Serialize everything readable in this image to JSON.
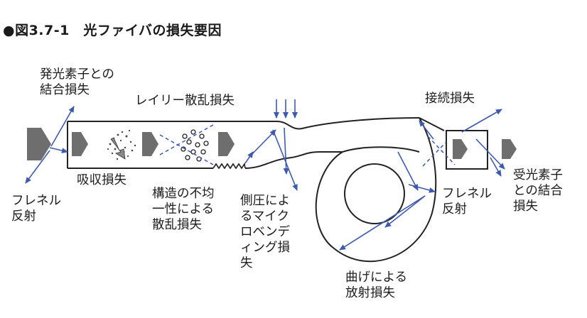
{
  "figure": {
    "title": "●図3.7-1　光ファイバの損失要因"
  },
  "labels": {
    "emitter_coupling": "発光素子との\n結合損失",
    "rayleigh": "レイリー散乱損失",
    "splice": "接続損失",
    "absorption": "吸収損失",
    "fresnel_left": "フレネル\n反射",
    "structure": "構造の不均\n一性による\n散乱損失",
    "microbend": "側圧によ\nるマイク\nロベンデ\nィング損\n失",
    "fresnel_right": "フレネル\n反射",
    "receiver_coupling": "受光素子\nとの結合\n損失",
    "bending": "曲げによる\n放射損失"
  },
  "colors": {
    "arrow_blue": "#3d5ab0",
    "block_gray": "#6e6e6e",
    "line": "#222222"
  }
}
